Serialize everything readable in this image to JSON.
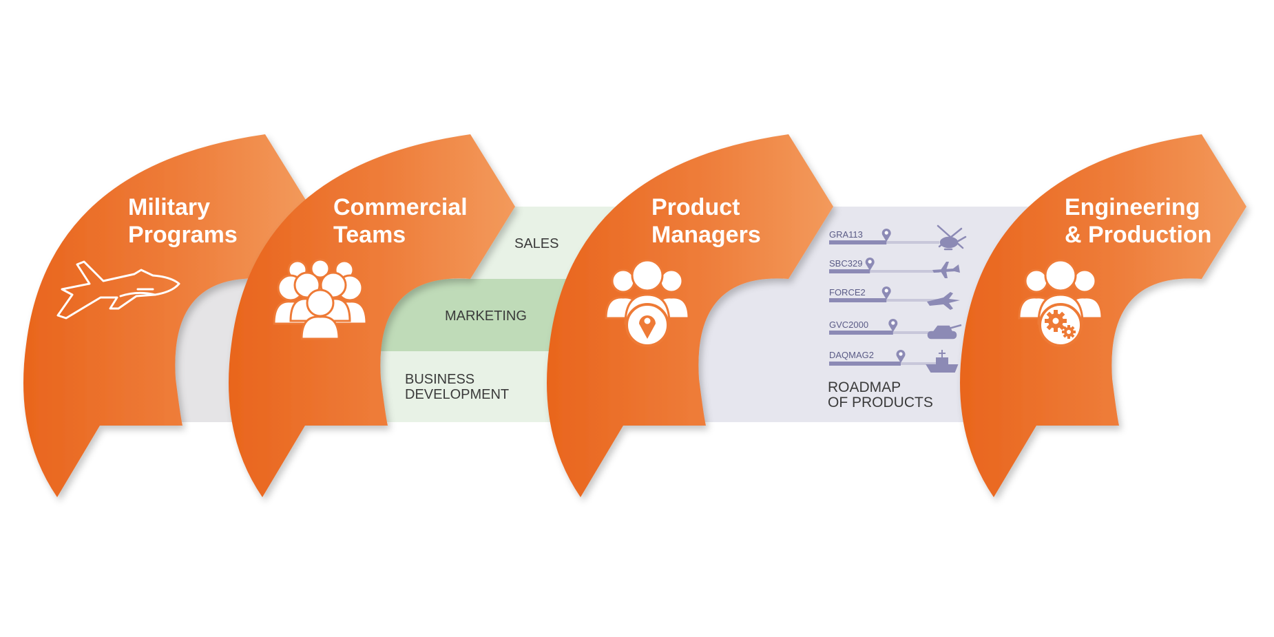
{
  "colors": {
    "orange_dark": "#e9651d",
    "orange_light": "#f39a5c",
    "gray_band": "#e5e4e6",
    "sales_band": "#e8f2e6",
    "marketing_band": "#bfdbb8",
    "bizdev_band": "#e8f2e6",
    "roadmap_band": "#e6e6ee",
    "roadmap_accent": "#8c8ab5"
  },
  "stages": [
    {
      "title_line1": "Military",
      "title_line2": "Programs",
      "icon": "fighter-jet-icon"
    },
    {
      "title_line1": "Commercial",
      "title_line2": "Teams",
      "icon": "crowd-icon"
    },
    {
      "title_line1": "Product",
      "title_line2": "Managers",
      "icon": "team-location-pin-icon"
    },
    {
      "title_line1": "Engineering",
      "title_line2": "& Production",
      "icon": "team-gears-icon"
    }
  ],
  "commercial_bands": {
    "sales": "SALES",
    "marketing": "MARKETING",
    "business_development_line1": "BUSINESS",
    "business_development_line2": "DEVELOPMENT"
  },
  "roadmap": {
    "title_line1": "ROADMAP",
    "title_line2": "OF PRODUCTS",
    "items": [
      {
        "code": "GRA113",
        "progress": 0.52,
        "icon": "helicopter-icon"
      },
      {
        "code": "SBC329",
        "progress": 0.37,
        "icon": "drone-icon"
      },
      {
        "code": "FORCE2",
        "progress": 0.52,
        "icon": "jet-icon"
      },
      {
        "code": "GVC2000",
        "progress": 0.58,
        "icon": "tank-icon"
      },
      {
        "code": "DAQMAG2",
        "progress": 0.65,
        "icon": "warship-icon"
      }
    ]
  }
}
